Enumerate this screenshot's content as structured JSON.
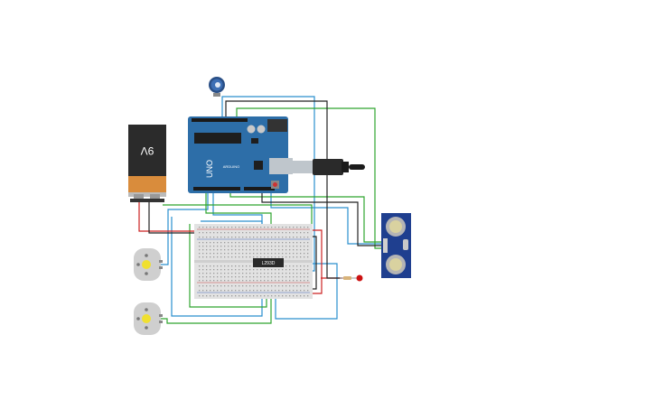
{
  "canvas": {
    "background": "#ffffff"
  },
  "battery": {
    "label": "9V",
    "body_color": "#2b2b2b",
    "base_color": "#d98c3c"
  },
  "arduino": {
    "board_color": "#2d6ea8",
    "logo_text": "UNO",
    "brand_text": "ARDUINO"
  },
  "breadboard": {
    "color": "#e2e2e2"
  },
  "motor_driver_chip": {
    "label": "L293D",
    "color": "#2a2a2a"
  },
  "ultrasonic_sensor": {
    "board_color": "#1f3f8f"
  },
  "led": {
    "color": "#cc1111"
  },
  "motors": {
    "count": 2,
    "shaft_color": "#f0e030",
    "body_color": "#cfcfcf"
  },
  "potentiometer": {
    "knob_color": "#3d6fb5"
  },
  "wire_colors": {
    "blue": "#2a8fce",
    "green": "#2fa52f",
    "red": "#cc2222",
    "black": "#222222"
  }
}
